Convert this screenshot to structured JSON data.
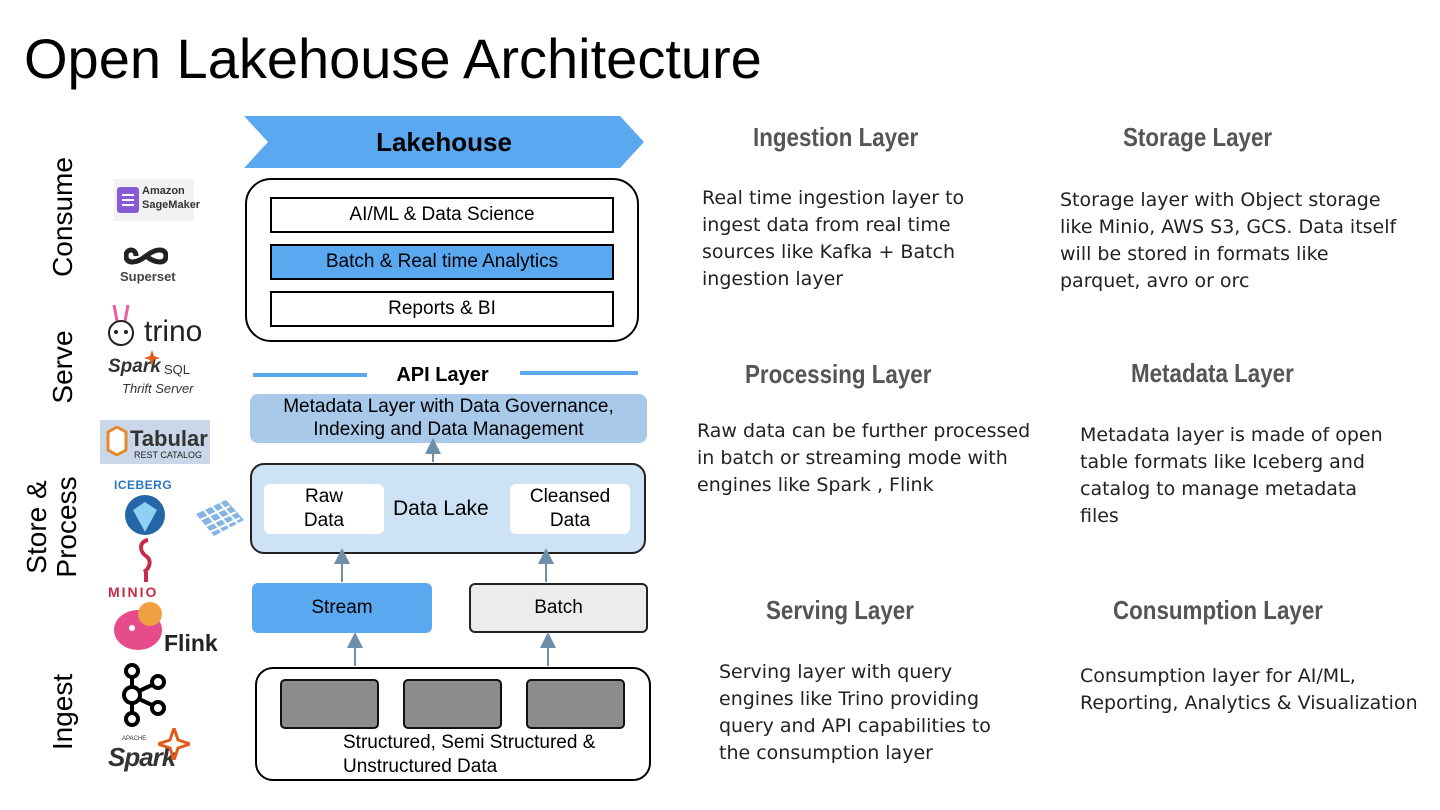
{
  "title": "Open Lakehouse Architecture",
  "stages": {
    "consume": "Consume",
    "serve": "Serve",
    "store_process_line1": "Store &",
    "store_process_line2": "Process",
    "ingest": "Ingest"
  },
  "logos": {
    "sagemaker_line1": "Amazon",
    "sagemaker_line2": "SageMaker",
    "superset": "Superset",
    "trino": "trino",
    "spark_sql_spark": "Spark",
    "spark_sql_sql": "SQL",
    "spark_sql_thrift": "Thrift Server",
    "tabular": "Tabular",
    "tabular_sub": "REST CATALOG",
    "iceberg": "ICEBERG",
    "minio": "MINIO",
    "flink": "Flink",
    "spark_apache": "APACHE",
    "spark": "Spark"
  },
  "diagram": {
    "banner": "Lakehouse",
    "consume_items": [
      "AI/ML & Data Science",
      "Batch & Real time Analytics",
      "Reports &  BI"
    ],
    "api_layer": "API Layer",
    "metadata_line1": "Metadata Layer with Data Governance,",
    "metadata_line2": "Indexing and Data Management",
    "raw_line1": "Raw",
    "raw_line2": "Data",
    "data_lake": "Data Lake",
    "cleansed_line1": "Cleansed",
    "cleansed_line2": "Data",
    "stream": "Stream",
    "batch": "Batch",
    "ingest_line1": "Structured, Semi Structured &",
    "ingest_line2": "Unstructured Data"
  },
  "sections": [
    {
      "title": "Ingestion Layer",
      "lines": [
        "Real time ingestion layer to",
        "ingest data from real time",
        "sources like Kafka + Batch",
        "ingestion layer"
      ]
    },
    {
      "title": "Storage Layer",
      "lines": [
        "Storage layer with Object storage",
        "like Minio, AWS S3, GCS. Data itself",
        "will be stored in formats like",
        "parquet, avro or orc"
      ]
    },
    {
      "title": "Processing Layer",
      "lines": [
        "Raw data can be further processed",
        "in batch or streaming mode with",
        "engines like Spark , Flink"
      ]
    },
    {
      "title": "Metadata  Layer",
      "lines": [
        "Metadata layer is made of open",
        "table formats like Iceberg and",
        "catalog to manage metadata",
        "files"
      ]
    },
    {
      "title": "Serving  Layer",
      "lines": [
        "Serving layer with query",
        "engines like Trino providing",
        "query and API capabilities to",
        "the consumption layer"
      ]
    },
    {
      "title": "Consumption Layer",
      "lines": [
        "Consumption layer for AI/ML,",
        "Reporting,  Analytics & Visualization"
      ]
    }
  ],
  "colors": {
    "accent_blue": "#5aa8f0",
    "metadata_blue": "#a8c9ea",
    "lake_blue": "#cde2f4",
    "gray_block": "#8c8c8c",
    "section_title_gray": "#555555"
  }
}
